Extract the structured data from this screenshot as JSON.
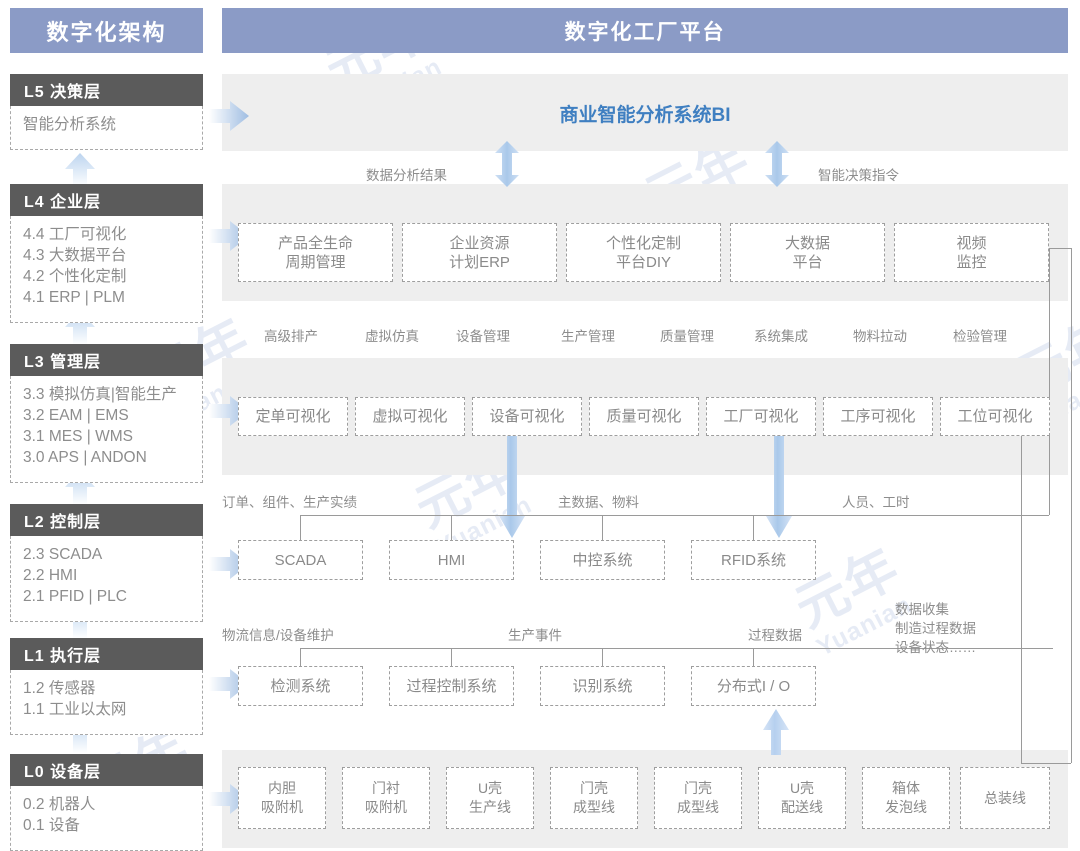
{
  "watermark": {
    "cn": "元年",
    "en": "Yuanian"
  },
  "headers": {
    "left": "数字化架构",
    "right": "数字化工厂平台"
  },
  "levels": [
    {
      "id": "L5",
      "head": "L5  决策层",
      "items": [
        "智能分析系统"
      ]
    },
    {
      "id": "L4",
      "head": "L4  企业层",
      "items": [
        "4.4  工厂可视化",
        "4.3  大数据平台",
        "4.2  个性化定制",
        "4.1  ERP | PLM"
      ]
    },
    {
      "id": "L3",
      "head": "L3  管理层",
      "items": [
        "3.3  模拟仿真|智能生产",
        "3.2  EAM | EMS",
        "3.1  MES | WMS",
        "3.0  APS | ANDON"
      ]
    },
    {
      "id": "L2",
      "head": "L2  控制层",
      "items": [
        "2.3  SCADA",
        "2.2  HMI",
        "2.1  PFID | PLC"
      ]
    },
    {
      "id": "L1",
      "head": "L1  执行层",
      "items": [
        "1.2  传感器",
        "1.1  工业以太网"
      ]
    },
    {
      "id": "L0",
      "head": "L0  设备层",
      "items": [
        "0.2  机器人",
        "0.1  设备"
      ]
    }
  ],
  "bi": {
    "title": "商业智能分析系统BI",
    "left_label": "数据分析结果",
    "right_label": "智能决策指令"
  },
  "l4_boxes": [
    {
      "line1": "产品全生命",
      "line2": "周期管理"
    },
    {
      "line1": "企业资源",
      "line2": "计划ERP"
    },
    {
      "line1": "个性化定制",
      "line2": "平台DIY"
    },
    {
      "line1": "大数据",
      "line2": "平台"
    },
    {
      "line1": "视频",
      "line2": "监控"
    }
  ],
  "l4_sub_labels": [
    "高级排产",
    "虚拟仿真",
    "设备管理",
    "生产管理",
    "质量管理",
    "系统集成",
    "物料拉动",
    "检验管理"
  ],
  "l3_boxes": [
    "定单可视化",
    "虚拟可视化",
    "设备可视化",
    "质量可视化",
    "工厂可视化",
    "工序可视化",
    "工位可视化"
  ],
  "l3_sub_labels": [
    "订单、组件、生产实绩",
    "主数据、物料",
    "人员、工时"
  ],
  "l2_boxes": [
    "SCADA",
    "HMI",
    "中控系统",
    "RFID系统"
  ],
  "l2_sub_labels": [
    "物流信息/设备维护",
    "生产事件",
    "过程数据"
  ],
  "l1_boxes": [
    "检测系统",
    "过程控制系统",
    "识别系统",
    "分布式I / O"
  ],
  "l0_boxes": [
    {
      "line1": "内胆",
      "line2": "吸附机"
    },
    {
      "line1": "门衬",
      "line2": "吸附机"
    },
    {
      "line1": "U壳",
      "line2": "生产线"
    },
    {
      "line1": "门壳",
      "line2": "成型线"
    },
    {
      "line1": "门壳",
      "line2": "成型线"
    },
    {
      "line1": "U壳",
      "line2": "配送线"
    },
    {
      "line1": "箱体",
      "line2": "发泡线"
    },
    {
      "line1": "总装线",
      "line2": ""
    }
  ],
  "side_note": [
    "数据收集",
    "制造过程数据",
    "设备状态……"
  ],
  "colors": {
    "header_blue": "#8b9bc6",
    "level_head_gray": "#5b5b5b",
    "band_gray": "#eeeeee",
    "arrow_blue": "#bcd4ef",
    "bi_text_blue": "#3f7fc1",
    "dashed_border": "#9e9e9e",
    "body_text": "#8a8a8a"
  }
}
